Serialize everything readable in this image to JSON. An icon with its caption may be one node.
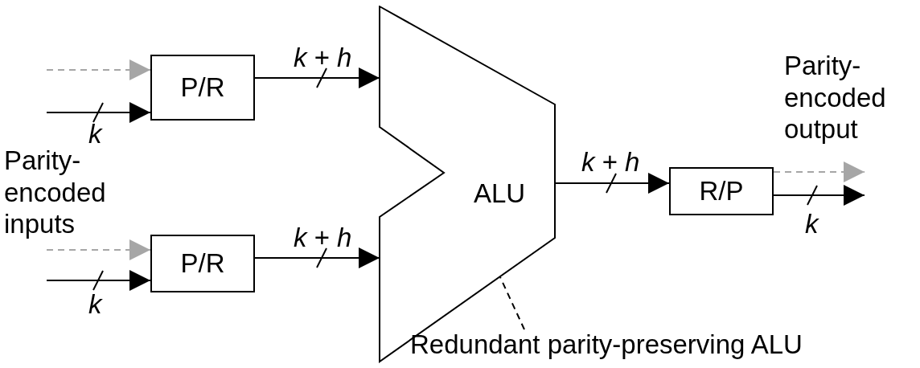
{
  "diagram": {
    "nodes": [
      {
        "text": [
          "P/R"
        ]
      },
      {
        "text": [
          "P/R"
        ]
      },
      {
        "text": [
          "ALU"
        ]
      },
      {
        "text": [
          "R/P"
        ]
      },
      {
        "text": [
          "Redundant parity-preserving ALU"
        ]
      }
    ],
    "edges": [
      {
        "from": null,
        "to": 0,
        "arrow": "to",
        "label": "k"
      },
      {
        "from": null,
        "to": 0,
        "arrow": "to",
        "style": "dashed",
        "color": "#a6a6a6"
      },
      {
        "from": 0,
        "to": 2,
        "arrow": "to",
        "label": "*k* + *h*"
      },
      {
        "from": null,
        "to": 1,
        "arrow": "to",
        "label": "k"
      },
      {
        "from": null,
        "to": 1,
        "arrow": "to",
        "style": "dashed",
        "color": "#a6a6a6"
      },
      {
        "from": 1,
        "to": 2,
        "arrow": "to",
        "label": "*k* + *h*"
      },
      {
        "from": 2,
        "to": 3,
        "arrow": "to",
        "label": "*k* + *h*"
      },
      {
        "from": 3,
        "to": null,
        "arrow": "to",
        "label": "k"
      },
      {
        "from": 3,
        "to": null,
        "arrow": "to",
        "style": "dashed",
        "color": "#a6a6a6"
      },
      {
        "from": 4,
        "to": 2,
        "arrow": "none",
        "style": "dashed"
      }
    ],
    "labels": [
      "Parity-encoded output",
      "Parity-encoded inputs"
    ]
  }
}
